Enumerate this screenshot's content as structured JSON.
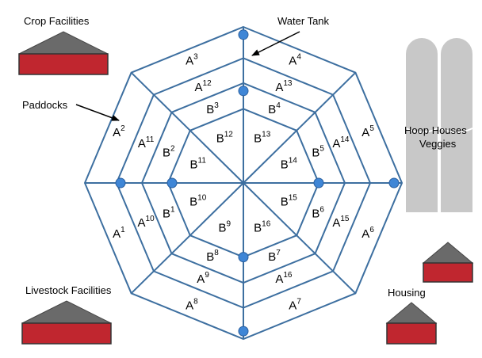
{
  "labels": {
    "crop_facilities": "Crop Facilities",
    "water_tank": "Water Tank",
    "paddocks": "Paddocks",
    "hoop_houses": "Hoop Houses",
    "veggies": "Veggies",
    "livestock_facilities": "Livestock Facilities",
    "housing": "Housing"
  },
  "colors": {
    "line": "#3d6fa0",
    "tank": "#3f86d6",
    "roof": "#6a6a6a",
    "barn_body": "#c0262f",
    "hoop": "#c8c8c8"
  },
  "outer_paddocks": [
    {
      "letter": "A",
      "num": "4"
    },
    {
      "letter": "A",
      "num": "5"
    },
    {
      "letter": "A",
      "num": "6"
    },
    {
      "letter": "A",
      "num": "7"
    },
    {
      "letter": "A",
      "num": "8"
    },
    {
      "letter": "A",
      "num": "1"
    },
    {
      "letter": "A",
      "num": "2"
    },
    {
      "letter": "A",
      "num": "3"
    }
  ],
  "middle_paddocks": [
    {
      "letter": "A",
      "num": "13"
    },
    {
      "letter": "A",
      "num": "14"
    },
    {
      "letter": "A",
      "num": "15"
    },
    {
      "letter": "A",
      "num": "16"
    },
    {
      "letter": "A",
      "num": "9"
    },
    {
      "letter": "A",
      "num": "10"
    },
    {
      "letter": "A",
      "num": "11"
    },
    {
      "letter": "A",
      "num": "12"
    }
  ],
  "ring_b_paddocks": [
    {
      "letter": "B",
      "num": "4"
    },
    {
      "letter": "B",
      "num": "5"
    },
    {
      "letter": "B",
      "num": "6"
    },
    {
      "letter": "B",
      "num": "7"
    },
    {
      "letter": "B",
      "num": "8"
    },
    {
      "letter": "B",
      "num": "1"
    },
    {
      "letter": "B",
      "num": "2"
    },
    {
      "letter": "B",
      "num": "3"
    }
  ],
  "inner_paddocks": [
    {
      "letter": "B",
      "num": "13"
    },
    {
      "letter": "B",
      "num": "14"
    },
    {
      "letter": "B",
      "num": "15"
    },
    {
      "letter": "B",
      "num": "16"
    },
    {
      "letter": "B",
      "num": "9"
    },
    {
      "letter": "B",
      "num": "10"
    },
    {
      "letter": "B",
      "num": "11"
    },
    {
      "letter": "B",
      "num": "12"
    }
  ]
}
